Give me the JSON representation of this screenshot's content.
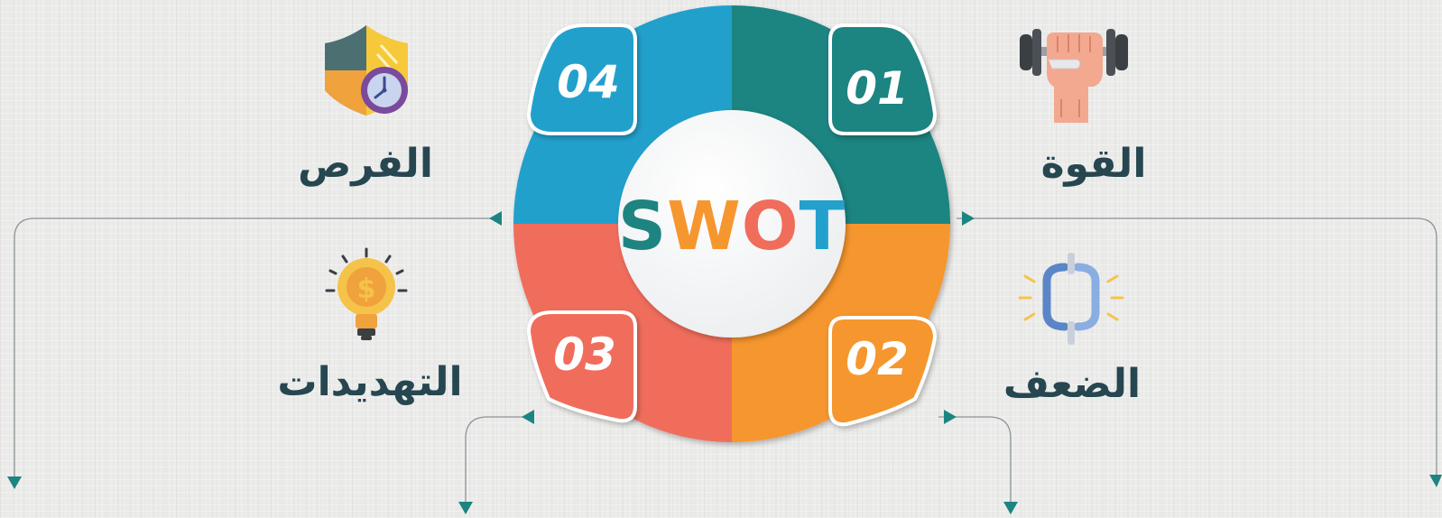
{
  "center": {
    "letters": [
      {
        "char": "S",
        "color": "#1d8481"
      },
      {
        "char": "W",
        "color": "#f6962f"
      },
      {
        "char": "O",
        "color": "#f06d5b"
      },
      {
        "char": "T",
        "color": "#24a0cc"
      }
    ]
  },
  "quadrants": {
    "strengths": {
      "number": "01",
      "label": "القوة",
      "color": "#1d8481",
      "icon": "fist-dumbbell-icon"
    },
    "weaknesses": {
      "number": "02",
      "label": "الضعف",
      "color": "#f6962f",
      "icon": "broken-chain-icon"
    },
    "threats": {
      "number": "03",
      "label": "التهديدات",
      "color": "#f06d5b",
      "icon": "lightbulb-dollar-icon"
    },
    "opportunities": {
      "number": "04",
      "label": "الفرص",
      "color": "#24a0cc",
      "icon": "shield-clock-icon"
    }
  },
  "connector_color": "#8a9497",
  "arrow_color": "#1d8481"
}
